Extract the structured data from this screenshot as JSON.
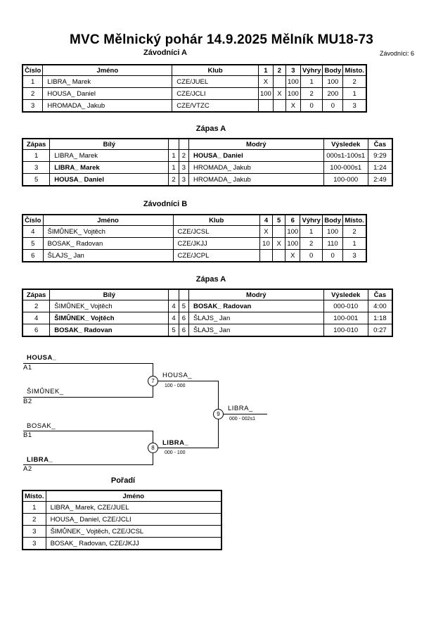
{
  "title": "MVC Mělnický pohár  14.9.2025  Mělník   MU18-73",
  "competitors_total": "Závodníci: 6",
  "groupA": {
    "heading": "Závodníci A",
    "headers": [
      "Číslo",
      "Jméno",
      "Klub",
      "1",
      "2",
      "3",
      "Výhry",
      "Body",
      "Místo."
    ],
    "rows": [
      [
        "1",
        "LIBRA_ Marek",
        "CZE/JUEL",
        "X",
        "",
        "100",
        "1",
        "100",
        "2"
      ],
      [
        "2",
        "HOUSA_ Daniel",
        "CZE/JCLI",
        "100",
        "X",
        "100",
        "2",
        "200",
        "1"
      ],
      [
        "3",
        "HROMADA_ Jakub",
        "CZE/VTZC",
        "",
        "",
        "X",
        "0",
        "0",
        "3"
      ]
    ]
  },
  "matchesA": {
    "heading": "Zápas A",
    "headers": [
      "Zápas",
      "Bílý",
      "",
      "",
      "Modrý",
      "Výsledek",
      "Čas"
    ],
    "rows": [
      [
        "1",
        "LIBRA_ Marek",
        "1",
        "2",
        "HOUSA_ Daniel",
        "000s1-100s1",
        "9:29"
      ],
      [
        "3",
        "LIBRA_ Marek",
        "1",
        "3",
        "HROMADA_ Jakub",
        "100-000s1",
        "1:24"
      ],
      [
        "5",
        "HOUSA_ Daniel",
        "2",
        "3",
        "HROMADA_ Jakub",
        "100-000",
        "2:49"
      ]
    ]
  },
  "groupB": {
    "heading": "Závodníci B",
    "headers": [
      "Číslo",
      "Jméno",
      "Klub",
      "4",
      "5",
      "6",
      "Výhry",
      "Body",
      "Místo."
    ],
    "rows": [
      [
        "4",
        "ŠIMŮNEK_ Vojtěch",
        "CZE/JCSL",
        "X",
        "",
        "100",
        "1",
        "100",
        "2"
      ],
      [
        "5",
        "BOSAK_ Radovan",
        "CZE/JKJJ",
        "10",
        "X",
        "100",
        "2",
        "110",
        "1"
      ],
      [
        "6",
        "ŠLAJS_ Jan",
        "CZE/JCPL",
        "",
        "",
        "X",
        "0",
        "0",
        "3"
      ]
    ]
  },
  "matchesB": {
    "heading": "Zápas A",
    "headers": [
      "Zápas",
      "Bílý",
      "",
      "",
      "Modrý",
      "Výsledek",
      "Čas"
    ],
    "rows": [
      [
        "2",
        "ŠIMŮNEK_ Vojtěch",
        "4",
        "5",
        "BOSAK_ Radovan",
        "000-010",
        "4:00"
      ],
      [
        "4",
        "ŠIMŮNEK_ Vojtěch",
        "4",
        "6",
        "ŠLAJS_ Jan",
        "100-001",
        "1:18"
      ],
      [
        "6",
        "BOSAK_ Radovan",
        "5",
        "6",
        "ŠLAJS_ Jan",
        "100-010",
        "0:27"
      ]
    ]
  },
  "bracket": {
    "e1_name": "HOUSA_",
    "e1_seed": "A1",
    "e2_name": "ŠIMŮNEK_",
    "e2_seed": "B2",
    "e3_name": "BOSAK_",
    "e3_seed": "B1",
    "e4_name": "LIBRA_",
    "e4_seed": "A2",
    "m7": "7",
    "m7_winner": "HOUSA_",
    "m7_result": "100 - 000",
    "m8": "8",
    "m8_winner": "LIBRA_",
    "m8_result": "000 - 100",
    "m9": "9",
    "m9_winner": "LIBRA_",
    "m9_result": "000 - 002s1"
  },
  "ranking": {
    "heading": "Pořadí",
    "headers": [
      "Místo.",
      "Jméno"
    ],
    "rows": [
      [
        "1",
        "LIBRA_ Marek, CZE/JUEL"
      ],
      [
        "2",
        "HOUSA_ Daniel, CZE/JCLI"
      ],
      [
        "3",
        "ŠIMŮNEK_ Vojtěch, CZE/JCSL"
      ],
      [
        "3",
        "BOSAK_ Radovan, CZE/JKJJ"
      ]
    ]
  }
}
